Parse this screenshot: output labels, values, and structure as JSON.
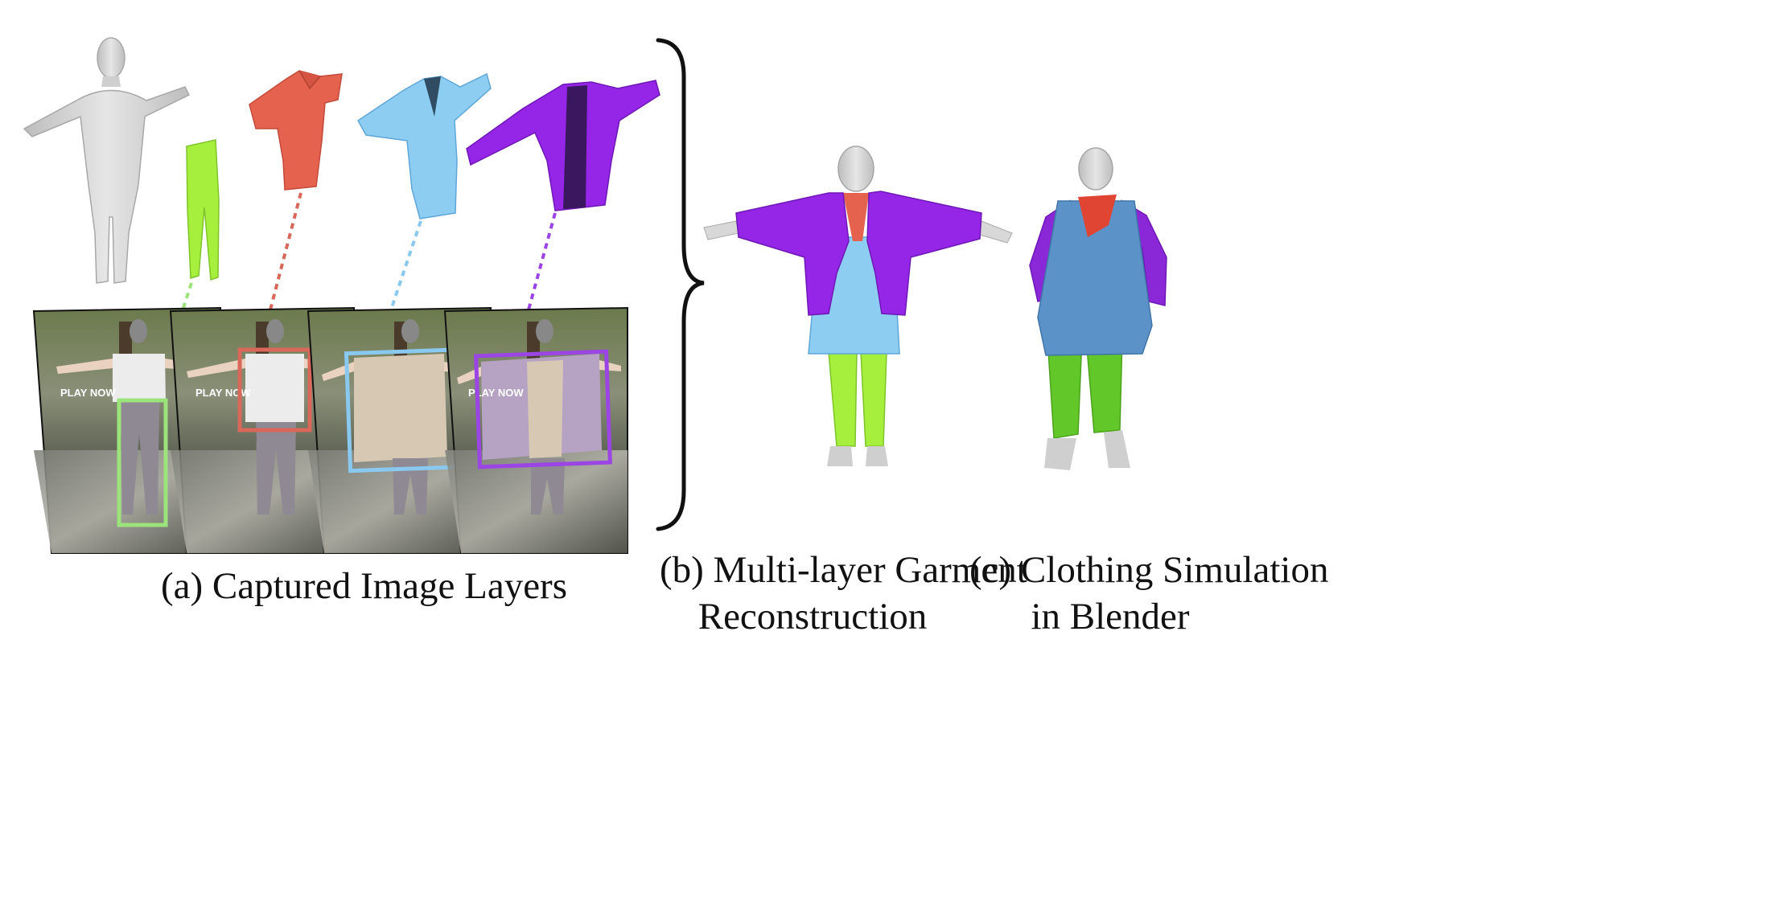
{
  "captions": {
    "a": "(a) Captured Image Layers",
    "b_line1": "(b) Multi-layer Garment",
    "b_line2": "Reconstruction",
    "c_line1": "(c) Clothing Simulation",
    "c_line2": "in Blender"
  },
  "photo_text": {
    "sign": "PLAY NOW"
  },
  "colors": {
    "body": "#d4d4d4",
    "pants": "#a6ef3c",
    "pants_sim": "#62c82a",
    "shirt": "#e5624f",
    "tshirt_light": "#8ecdf2",
    "tshirt_sim": "#5b93c9",
    "jacket": "#9526e8",
    "jacket_dark": "#3b1760",
    "box_green": "#9be37a",
    "box_red": "#d9675a",
    "box_blue": "#89c8ef",
    "box_purple": "#9b45e4"
  }
}
